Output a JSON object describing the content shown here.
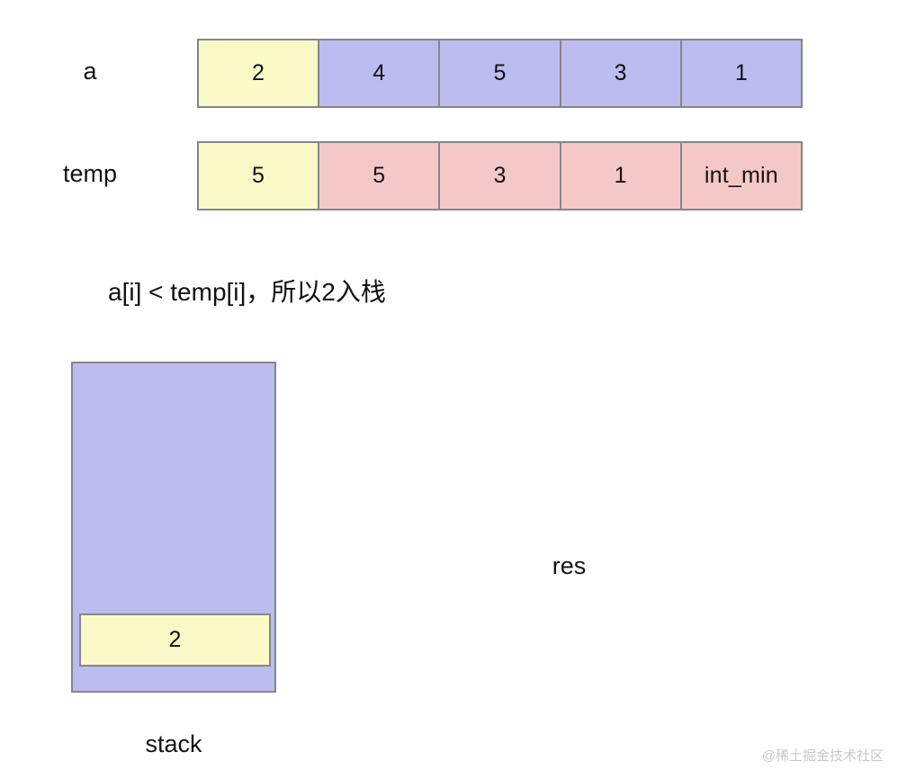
{
  "colors": {
    "highlight_yellow": "#fafac8",
    "array_purple": "#bcbcf0",
    "temp_pink": "#f5c8c8",
    "border_gray": "#868686",
    "text": "#111111",
    "watermark": "#c9c9c9",
    "background": "#ffffff"
  },
  "arrays": [
    {
      "name": "a",
      "label": "a",
      "cells": [
        {
          "value": "2",
          "style": "yellow"
        },
        {
          "value": "4",
          "style": "purple"
        },
        {
          "value": "5",
          "style": "purple"
        },
        {
          "value": "3",
          "style": "purple"
        },
        {
          "value": "1",
          "style": "purple"
        }
      ]
    },
    {
      "name": "temp",
      "label": "temp",
      "cells": [
        {
          "value": "5",
          "style": "yellow"
        },
        {
          "value": "5",
          "style": "pink"
        },
        {
          "value": "3",
          "style": "pink"
        },
        {
          "value": "1",
          "style": "pink"
        },
        {
          "value": "int_min",
          "style": "pink"
        }
      ]
    }
  ],
  "caption": "a[i] < temp[i]，所以2入栈",
  "stack": {
    "label": "stack",
    "items": [
      {
        "value": "2"
      }
    ]
  },
  "res": {
    "label": "res",
    "items": []
  },
  "watermark": "@稀土掘金技术社区"
}
